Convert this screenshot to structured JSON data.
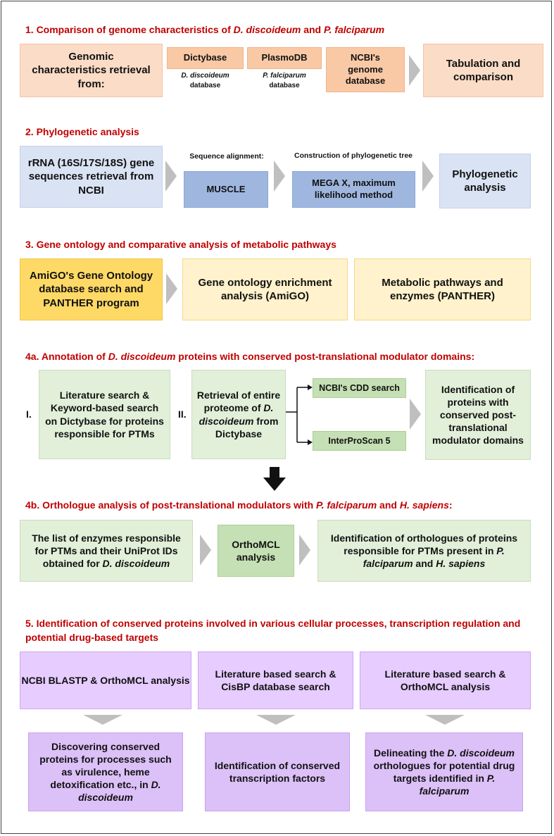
{
  "colors": {
    "heading": "#c00000",
    "chevron": "#bfbfbf",
    "peach": "#fbdcc7",
    "blue": "#dae3f3",
    "yellow": "#fff2cc",
    "green": "#e2efd9",
    "purple": "#e6ccff"
  },
  "s1": {
    "heading_pre": "1. Comparison of genome characteristics of ",
    "heading_it1": "D. discoideum",
    "heading_mid": " and ",
    "heading_it2": "P. falciparum",
    "retrieval": "Genomic characteristics retrieval from:",
    "dictybase": "Dictybase",
    "dictybase_sub_it": "D. discoideum",
    "dictybase_sub": "database",
    "plasmodb": "PlasmoDB",
    "plasmodb_sub_it": "P. falciparum",
    "plasmodb_sub": "database",
    "ncbi": "NCBI's genome database",
    "tabulation": "Tabulation and comparison"
  },
  "s2": {
    "heading": "2. Phylogenetic analysis",
    "rrna": "rRNA (16S/17S/18S) gene sequences retrieval from NCBI",
    "align_label": "Sequence alignment:",
    "muscle": "MUSCLE",
    "tree_label": "Construction of phylogenetic tree",
    "mega": "MEGA X, maximum likelihood method",
    "phylo": "Phylogenetic analysis"
  },
  "s3": {
    "heading": "3. Gene ontology and comparative analysis of metabolic pathways",
    "amigo_search": "AmiGO's Gene Ontology database search and PANTHER program",
    "enrichment": "Gene ontology enrichment analysis (AmiGO)",
    "pathways": "Metabolic pathways and enzymes (PANTHER)"
  },
  "s4a": {
    "heading_pre": "4a. Annotation of ",
    "heading_it": "D. discoideum",
    "heading_post": " proteins with conserved post-translational modulator domains:",
    "roman1": "I.",
    "literature": "Literature search & Keyword-based search on Dictybase for proteins responsible for PTMs",
    "roman2": "II.",
    "retrieval_pre": "Retrieval of entire proteome of ",
    "retrieval_it": "D. discoideum",
    "retrieval_post": " from Dictybase",
    "cdd": "NCBI's CDD search",
    "interpro": "InterProScan 5",
    "identification": "Identification of proteins with conserved post-translational modulator domains"
  },
  "s4b": {
    "heading_pre": "4b. Orthologue analysis of post-translational modulators with ",
    "heading_it1": "P. falciparum",
    "heading_mid": " and ",
    "heading_it2": "H. sapiens",
    "heading_post": ":",
    "list_pre": "The list of enzymes responsible for PTMs and their UniProt IDs obtained for ",
    "list_it": "D. discoideum",
    "orthomcl": "OrthoMCL analysis",
    "ident_pre": "Identification of orthologues of proteins responsible for PTMs present in ",
    "ident_it1": "P. falciparum",
    "ident_mid": " and ",
    "ident_it2": "H. sapiens"
  },
  "s5": {
    "heading": "5. Identification of conserved proteins involved in various cellular processes, transcription regulation and potential drug-based targets",
    "blastp": "NCBI BLASTP & OrthoMCL analysis",
    "cisbp": "Literature based search & CisBP database search",
    "lit_ortho": "Literature based search & OrthoMCL analysis",
    "discover_pre": "Discovering conserved proteins for processes such as virulence, heme detoxification etc., in ",
    "discover_it": "D. discoideum",
    "tf": "Identification of conserved transcription factors",
    "delin_pre": "Delineating the ",
    "delin_it": "D. discoideum",
    "delin_mid": " orthologues for potential drug targets identified in ",
    "delin_it2": "P. falciparum"
  }
}
